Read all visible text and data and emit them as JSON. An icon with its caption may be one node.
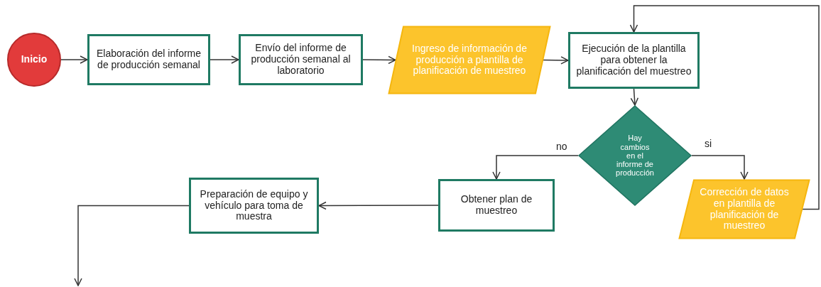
{
  "diagram": {
    "nodes": [
      {
        "text": [
          "Inicio"
        ]
      },
      {
        "text": [
          "Elaboración del informe de producción semanal"
        ]
      },
      {
        "text": [
          "Envío del informe de producción semanal al laboratorio"
        ]
      },
      {
        "text": [
          "Ingreso de información de producción a plantilla de planificación de muestreo"
        ]
      },
      {
        "text": [
          "Ejecución de la plantilla para obtener la planificación del muestreo"
        ]
      },
      {
        "text": [
          "Hay cambios en el informe de producción"
        ]
      },
      {
        "text": [
          "Obtener plan de muestreo"
        ]
      },
      {
        "text": [
          "Corrección de datos en plantilla de planificación de muestreo"
        ]
      },
      {
        "text": [
          "Preparación de equipo y vehículo para toma de muestra"
        ]
      }
    ],
    "edges": [
      {
        "from": 0,
        "to": 1,
        "arrow": "to"
      },
      {
        "from": 1,
        "to": 2,
        "arrow": "to"
      },
      {
        "from": 2,
        "to": 3,
        "arrow": "to"
      },
      {
        "from": 3,
        "to": 4,
        "arrow": "to"
      },
      {
        "from": 4,
        "to": 5,
        "arrow": "to"
      },
      {
        "from": 5,
        "to": 6,
        "arrow": "to",
        "label": "no"
      },
      {
        "from": 5,
        "to": 7,
        "arrow": "to",
        "label": "si"
      },
      {
        "from": 7,
        "to": 4,
        "arrow": "to"
      },
      {
        "from": 6,
        "to": 8,
        "arrow": "to"
      },
      {
        "from": 8,
        "to": null,
        "arrow": "to"
      }
    ]
  }
}
